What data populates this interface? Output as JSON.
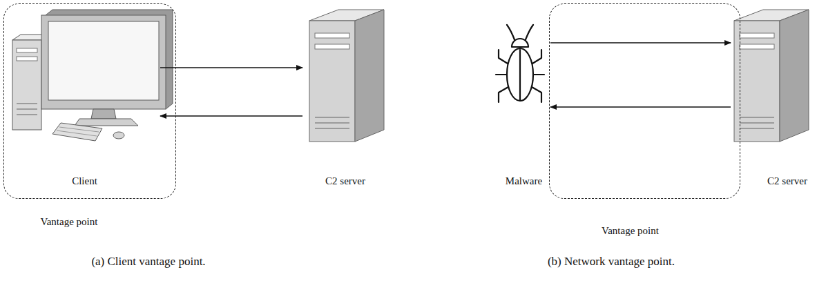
{
  "diagram": {
    "nodes": [
      {
        "text": [
          "Vantage point"
        ]
      },
      {
        "text": [
          "Client"
        ],
        "in": 0
      },
      {
        "text": [
          "C2 server"
        ]
      },
      {
        "text": [
          "Malware"
        ]
      },
      {
        "text": [
          "Vantage point"
        ]
      },
      {
        "text": [
          "C2 server"
        ]
      }
    ],
    "edges": [
      {
        "from": 1,
        "to": 2,
        "arrow": "to"
      },
      {
        "from": 2,
        "to": 1,
        "arrow": "to"
      },
      {
        "from": 3,
        "to": 5,
        "arrow": "to"
      },
      {
        "from": 5,
        "to": 3,
        "arrow": "to"
      }
    ],
    "labels": [
      "(a) Client vantage point.",
      "(b) Network vantage point."
    ]
  }
}
